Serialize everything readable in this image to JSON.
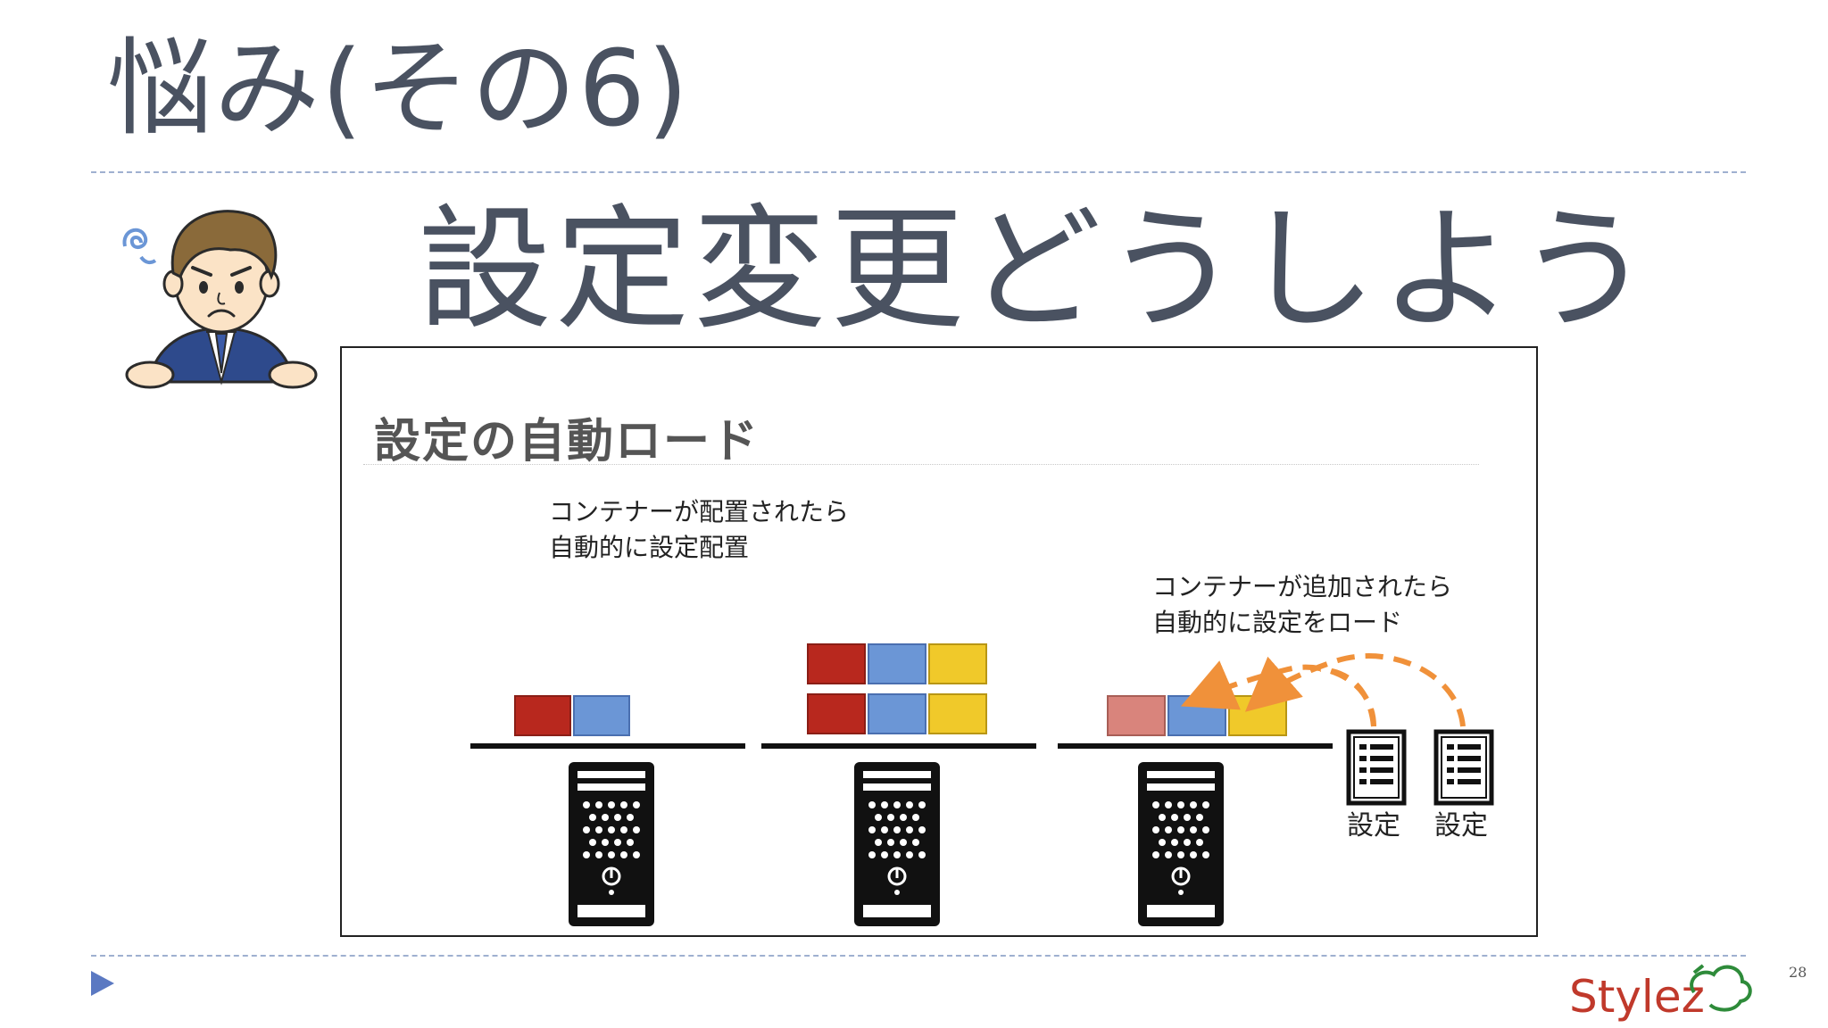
{
  "slide": {
    "title": "悩み(その6)",
    "subtitle": "設定変更どうしよう",
    "page_number": "28"
  },
  "figure": {
    "title": "設定の自動ロード",
    "note_placement": [
      "コンテナーが配置されたら",
      "自動的に設定配置"
    ],
    "note_addition": [
      "コンテナーが追加されたら",
      "自動的に設定をロード"
    ],
    "config_labels": [
      "設定",
      "設定"
    ],
    "colors": {
      "red": "#b8281e",
      "blue": "#6b96d6",
      "yellow": "#f0c92a",
      "pink": "#d9847c",
      "arrow": "#f0913a"
    }
  },
  "logo": {
    "text": "Stylez",
    "icon": "cloud-icon"
  },
  "icons": {
    "avatar": "worried-man-icon",
    "server": "server-tower-icon",
    "config": "config-document-icon",
    "nav": "play-triangle-icon"
  }
}
